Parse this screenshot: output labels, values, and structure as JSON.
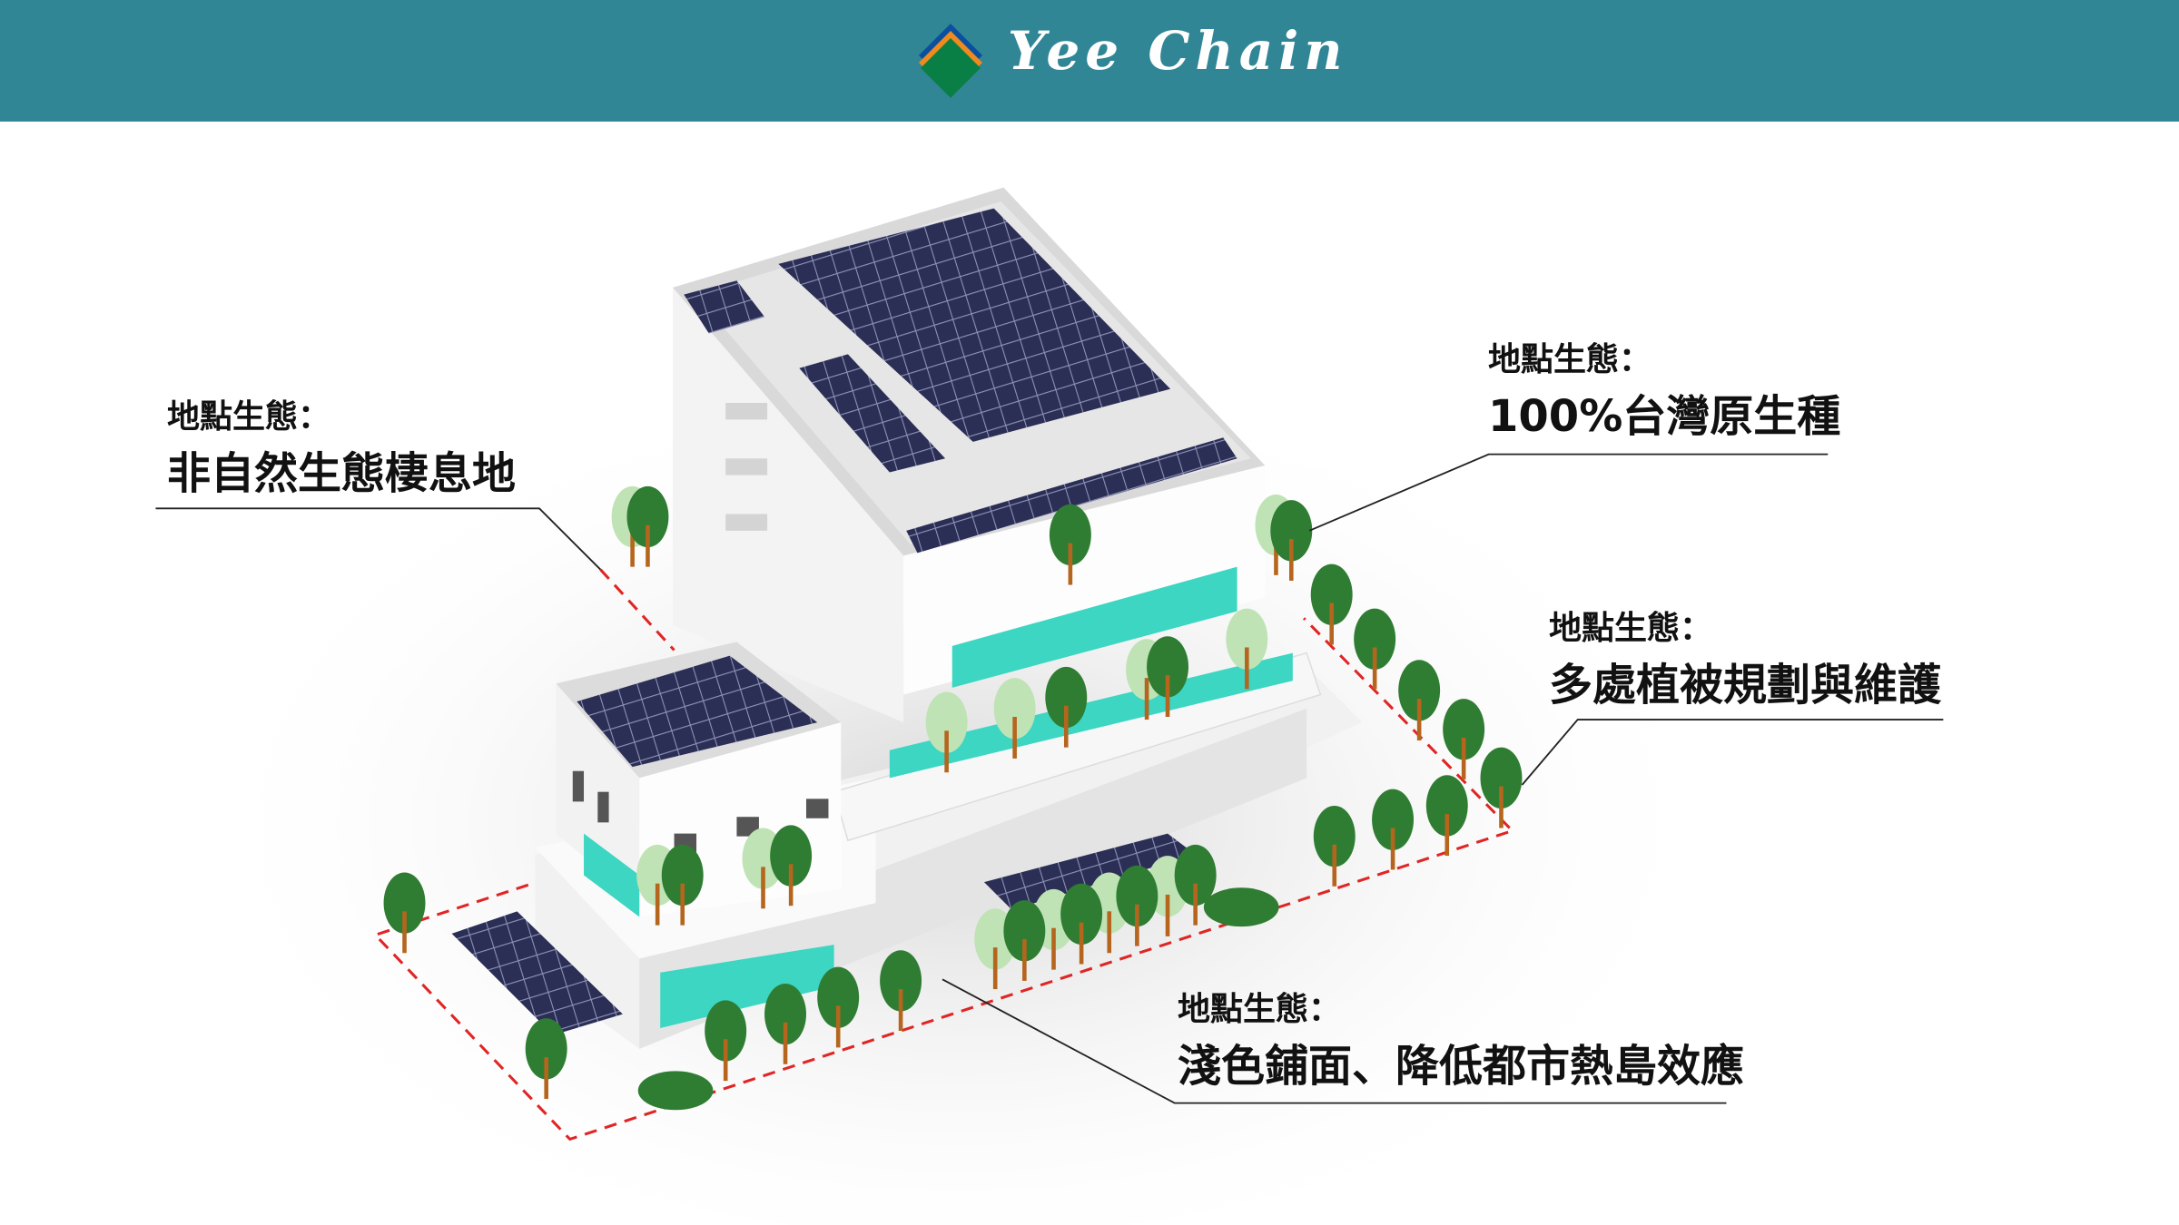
{
  "header": {
    "brand": "Yee Chain",
    "logo_colors": [
      "#0a4fa0",
      "#f08a1c",
      "#0a7f45"
    ],
    "background": "#318696"
  },
  "annotations": [
    {
      "label": "地點生態：",
      "text": "非自然生態棲息地"
    },
    {
      "label": "地點生態：",
      "text": "100%台灣原生種"
    },
    {
      "label": "地點生態：",
      "text": "多處植被規劃與維護"
    },
    {
      "label": "地點生態：",
      "text": "淺色鋪面、降低都市熱島效應"
    }
  ]
}
